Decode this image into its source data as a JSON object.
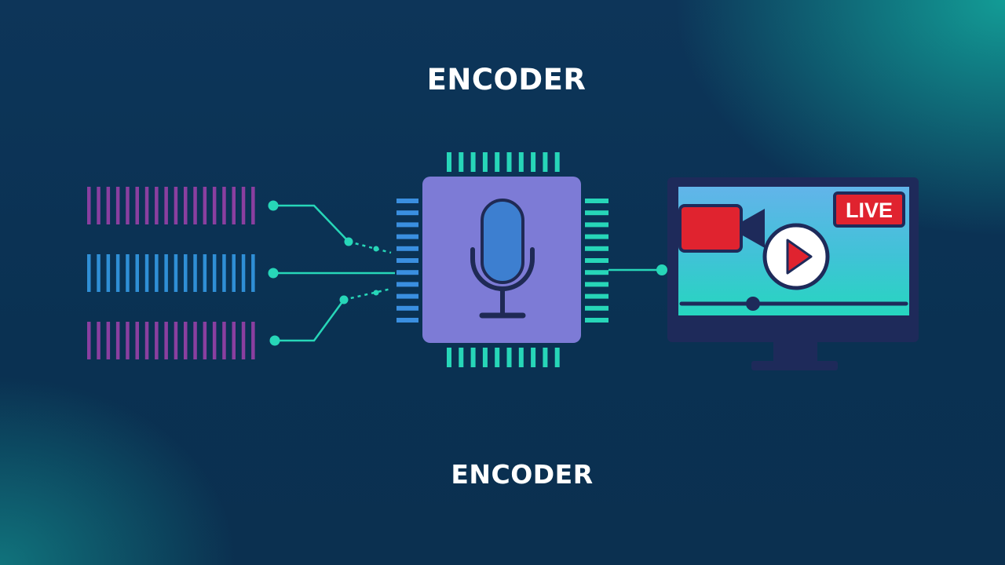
{
  "heading_top": "ENCODER",
  "heading_bottom": "ENCODER",
  "live_badge": "LIVE",
  "colors": {
    "background": "#0b3558",
    "teal_glow": "#14bea9",
    "wave_purple": "#8a3fa0",
    "wave_blue": "#2f8fd6",
    "chip_body": "#7d7bd6",
    "chip_pins_teal": "#27d6b8",
    "chip_pins_blue": "#3a8fe0",
    "mic_fill": "#3d7fd0",
    "mic_outline": "#1f2a55",
    "connector": "#27d6b8",
    "monitor_frame": "#1e2a5a",
    "screen_top": "#5fb6e6",
    "screen_bottom": "#2dd3c0",
    "camera_red": "#e0232f",
    "live_red": "#e0232f"
  },
  "icons": [
    "audio-waveform-icon",
    "microphone-icon",
    "video-camera-icon",
    "play-icon",
    "monitor-icon"
  ]
}
